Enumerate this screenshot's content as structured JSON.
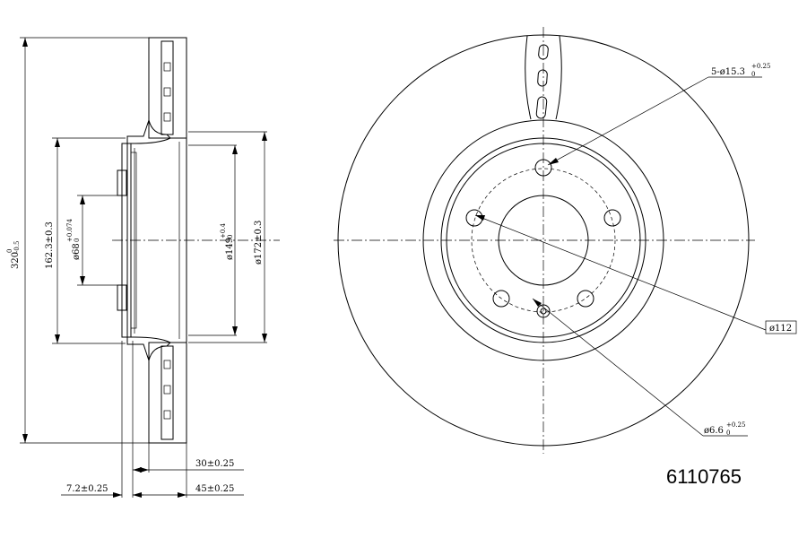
{
  "part_number": "6110765",
  "section_view": {
    "dim_overall_diameter": {
      "value": "320",
      "tol_upper": "0",
      "tol_lower": "-0.5"
    },
    "dim_162": "162.3±0.3",
    "dim_68": {
      "value": "ø68",
      "tol_upper": "+0.074",
      "tol_lower": "0"
    },
    "dim_149": {
      "value": "ø149",
      "tol_upper": "+0.4",
      "tol_lower": "0"
    },
    "dim_172": "ø172±0.3",
    "dim_30": "30±0.25",
    "dim_7_2": "7.2±0.25",
    "dim_45": "45±0.25"
  },
  "front_view": {
    "bolt_holes": {
      "value": "5-ø15.3",
      "tol_upper": "+0.25",
      "tol_lower": "0"
    },
    "pcd": "ø112",
    "pin_hole": {
      "value": "ø6.6",
      "tol_upper": "+0.25",
      "tol_lower": "0"
    }
  }
}
